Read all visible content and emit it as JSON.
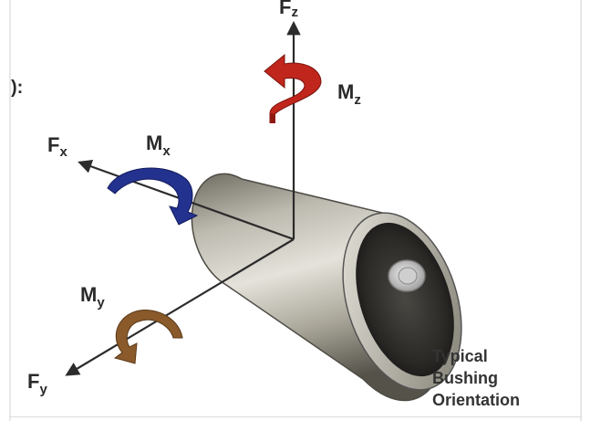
{
  "fragment_text": "):",
  "labels": {
    "fz": {
      "main": "F",
      "sub": "z"
    },
    "mz": {
      "main": "M",
      "sub": "z"
    },
    "fx": {
      "main": "F",
      "sub": "x"
    },
    "mx": {
      "main": "M",
      "sub": "x"
    },
    "my": {
      "main": "M",
      "sub": "y"
    },
    "fy": {
      "main": "F",
      "sub": "y"
    }
  },
  "caption": {
    "line1": "Typical",
    "line2": "Bushing",
    "line3": "Orientation"
  },
  "colors": {
    "axis": "#2b2b2b",
    "mz_arrow": "#c0261c",
    "mx_arrow": "#23318f",
    "my_arrow": "#8a5a2b",
    "bushing_body": "#8f8c80",
    "bushing_face": "#2c2a27",
    "bushing_core": "#d9d9d9"
  },
  "icons": {
    "mz": "moment-arrow-icon",
    "mx": "moment-arrow-icon",
    "my": "moment-arrow-icon",
    "bushing": "cylinder-bushing-icon"
  }
}
